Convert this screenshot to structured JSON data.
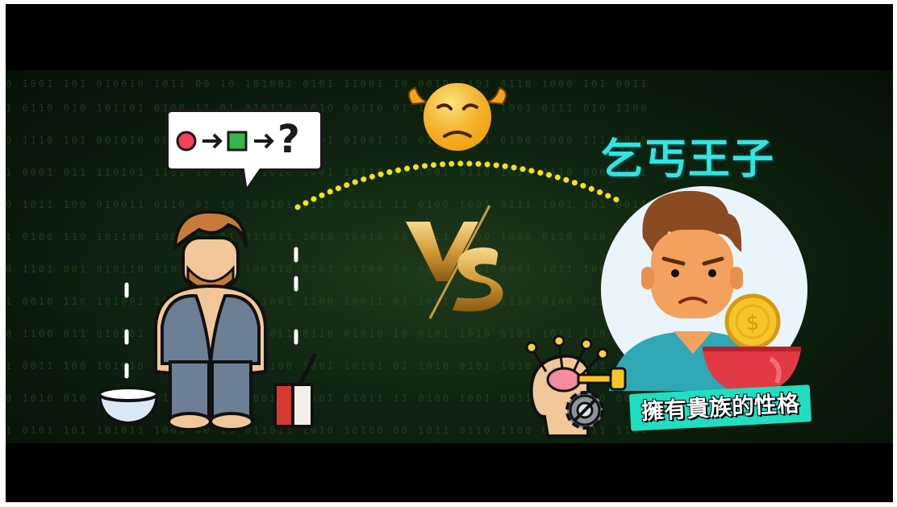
{
  "image": {
    "title_text": "乞丐王子",
    "badge_text": "擁有貴族的性格",
    "vs_label": "VS",
    "speech_bubble_question": "?",
    "colors": {
      "title": "#2fe6e0",
      "badge_bg": "#1fdfc0",
      "dotted_arc": "#f2e21a",
      "vs_gold": "#d9a441",
      "background": "#0f2410"
    },
    "icons": [
      "thinking-man-icon",
      "speech-bubble-icon",
      "worried-emoji-icon",
      "sad-boy-icon",
      "gold-coin-icon",
      "mind-key-icon",
      "gear-icon",
      "bowl-icon",
      "cup-icon"
    ]
  }
}
